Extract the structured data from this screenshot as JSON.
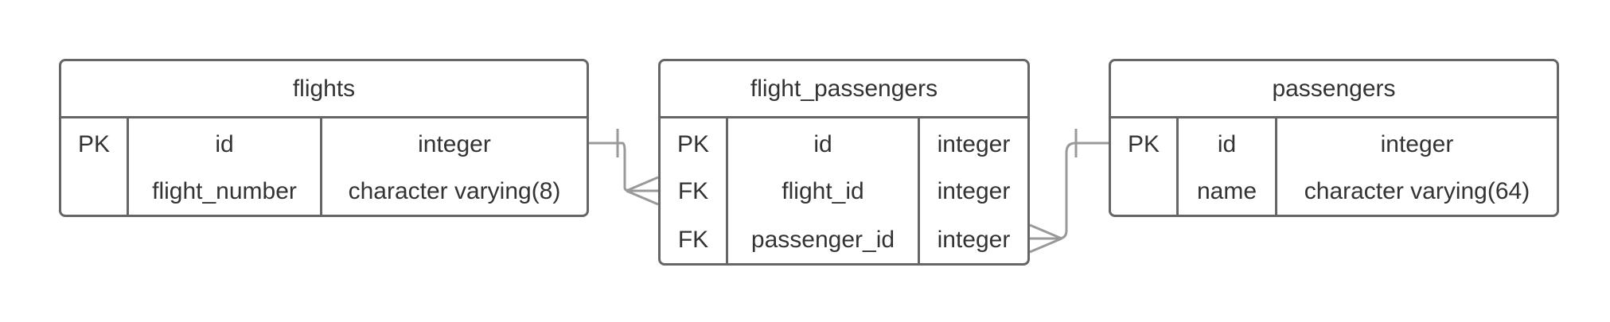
{
  "entities": {
    "flights": {
      "title": "flights",
      "rows": [
        {
          "key": "PK",
          "name": "id",
          "type": "integer"
        },
        {
          "key": "",
          "name": "flight_number",
          "type": "character varying(8)"
        }
      ]
    },
    "flight_passengers": {
      "title": "flight_passengers",
      "rows": [
        {
          "key": "PK",
          "name": "id",
          "type": "integer"
        },
        {
          "key": "FK",
          "name": "flight_id",
          "type": "integer"
        },
        {
          "key": "FK",
          "name": "passenger_id",
          "type": "integer"
        }
      ]
    },
    "passengers": {
      "title": "passengers",
      "rows": [
        {
          "key": "PK",
          "name": "id",
          "type": "integer"
        },
        {
          "key": "",
          "name": "name",
          "type": "character varying(64)"
        }
      ]
    }
  },
  "relationships": [
    {
      "from": "flights.id",
      "to": "flight_passengers.flight_id",
      "from_cardinality": "one",
      "to_cardinality": "many"
    },
    {
      "from": "passengers.id",
      "to": "flight_passengers.passenger_id",
      "from_cardinality": "one",
      "to_cardinality": "many"
    }
  ],
  "colors": {
    "border": "#666666",
    "connector": "#999999",
    "text": "#333333",
    "background": "#ffffff"
  }
}
